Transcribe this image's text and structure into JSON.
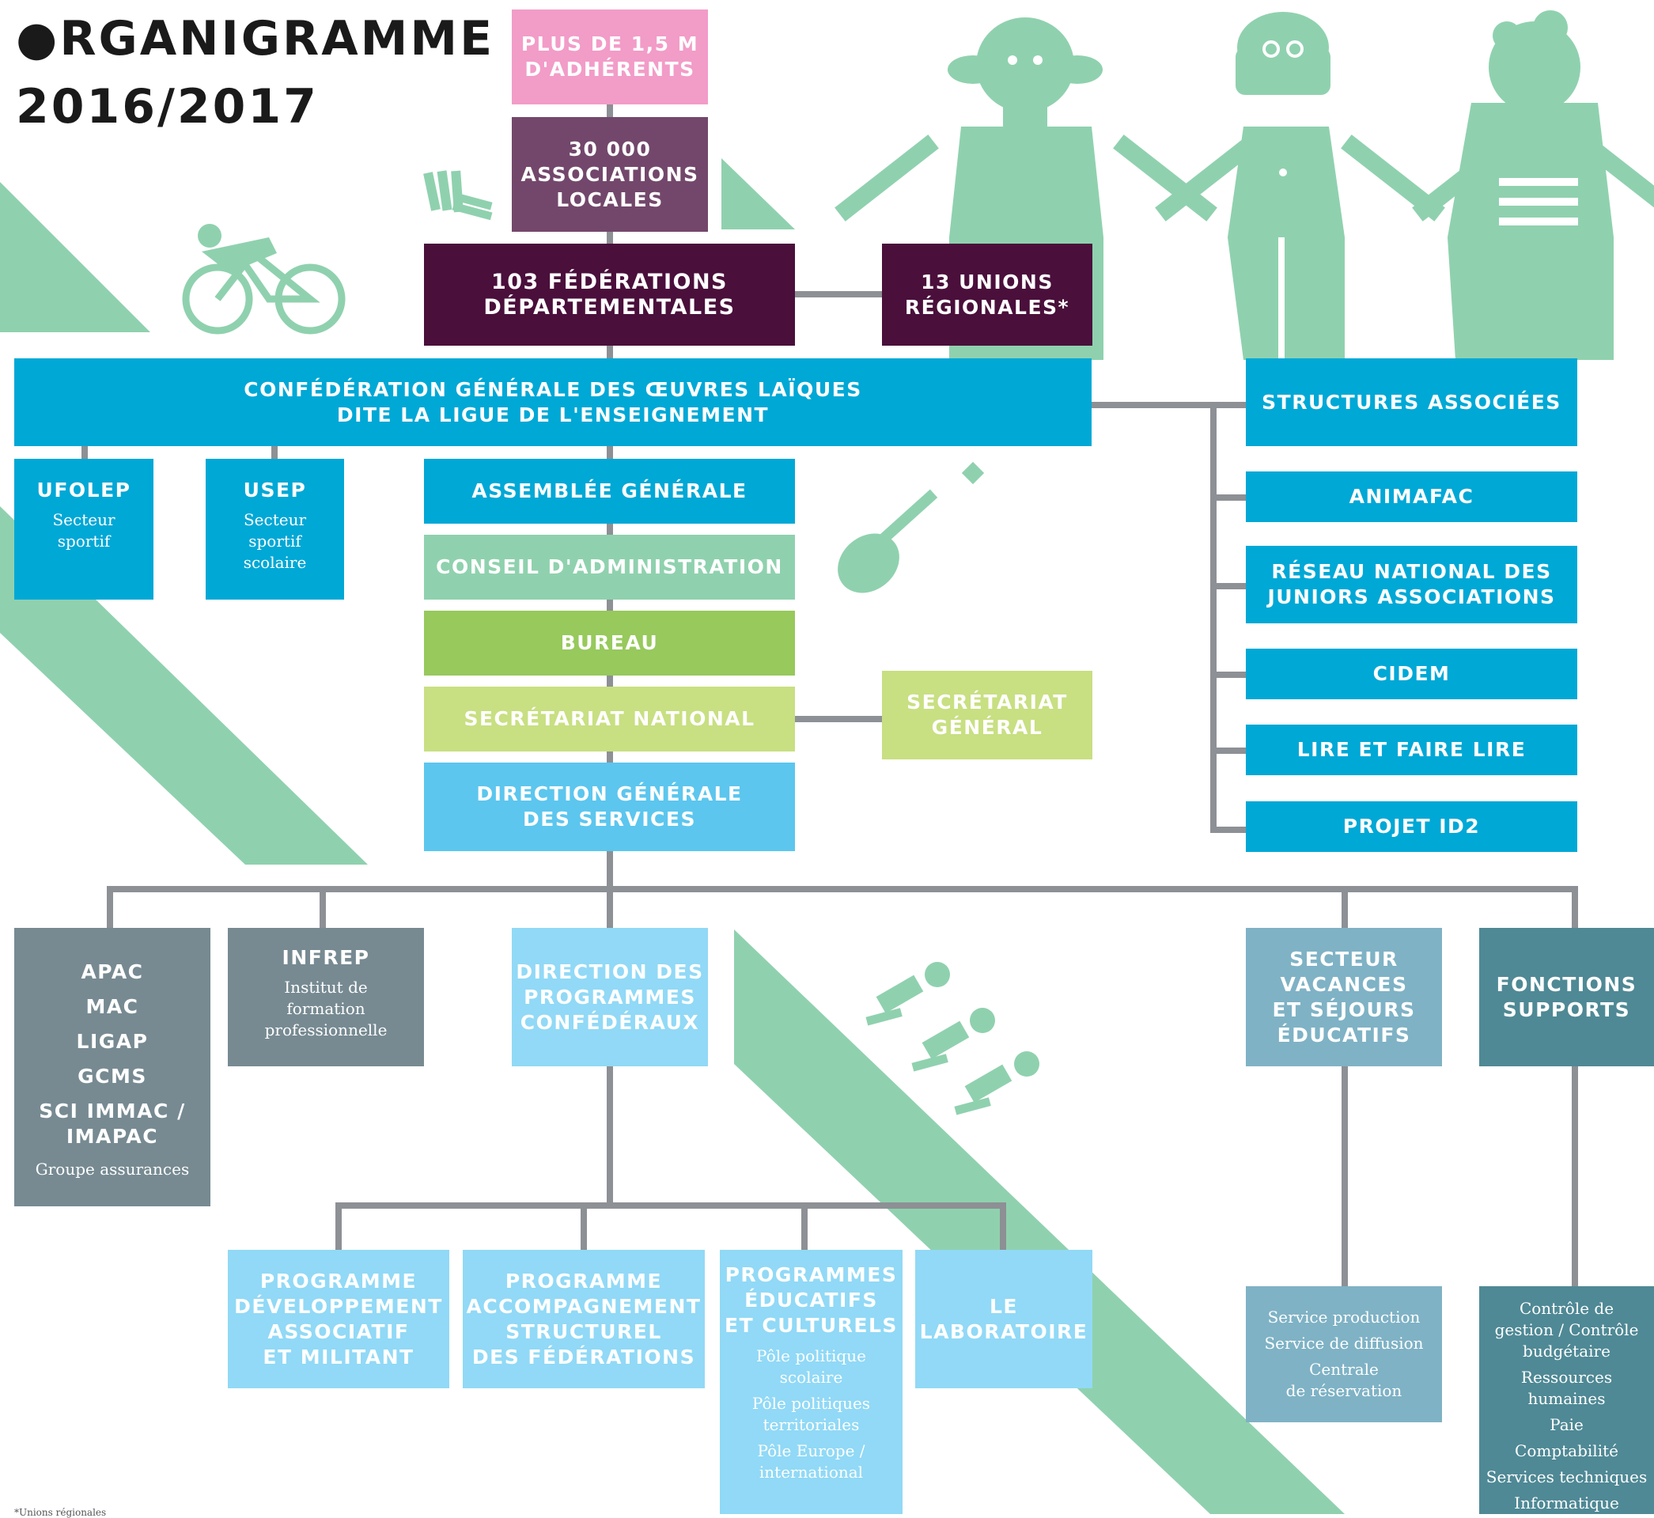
{
  "title": "●RGANIGRAMME\n2016/2017",
  "footnote": "*Unions régionales",
  "colors": {
    "pink": "#f29cc8",
    "mauve": "#73476b",
    "plum": "#4a0f3b",
    "blue": "#00a8d6",
    "mint": "#8fd1ae",
    "green": "#97c95c",
    "lime": "#c8df82",
    "sky": "#5cc6ee",
    "light_sky": "#91d9f6",
    "grey": "#778a92",
    "steel": "#7fb2c5",
    "teal": "#4f8995",
    "line": "#8d9095"
  },
  "boxes": {
    "adherents": "PLUS DE 1,5 M\nD'ADHÉRENTS",
    "associations": "30 000\nASSOCIATIONS\nLOCALES",
    "federations": "103 FÉDÉRATIONS\nDÉPARTEMENTALES",
    "unions": "13 UNIONS\nRÉGIONALES*",
    "confederation": "CONFÉDÉRATION GÉNÉRALE DES ŒUVRES LAÏQUES\nDITE LA LIGUE DE L'ENSEIGNEMENT",
    "ufolep_title": "UFOLEP",
    "ufolep_sub": "Secteur\nsportif",
    "usep_title": "USEP",
    "usep_sub": "Secteur\nsportif\nscolaire",
    "assemblee": "ASSEMBLÉE GÉNÉRALE",
    "conseil": "CONSEIL D'ADMINISTRATION",
    "bureau": "BUREAU",
    "secretariat_national": "SECRÉTARIAT NATIONAL",
    "secretariat_general": "SECRÉTARIAT\nGÉNÉRAL",
    "direction_generale": "DIRECTION GÉNÉRALE\nDES SERVICES",
    "structures": "STRUCTURES ASSOCIÉES",
    "animafac": "ANIMAFAC",
    "reseau": "RÉSEAU NATIONAL DES\nJUNIORS ASSOCIATIONS",
    "cidem": "CIDEM",
    "lire": "LIRE ET FAIRE LIRE",
    "projet": "PROJET ID2",
    "apac_items": [
      "APAC",
      "MAC",
      "LIGAP",
      "GCMS",
      "SCI IMMAC /\nIMAPAC"
    ],
    "apac_sub": "Groupe assurances",
    "infrep_title": "INFREP",
    "infrep_sub": "Institut de\nformation\nprofessionnelle",
    "direction_programmes": "DIRECTION DES\nPROGRAMMES\nCONFÉDÉRAUX",
    "vacances": "SECTEUR\nVACANCES\nET SÉJOURS\nÉDUCATIFS",
    "fonctions": "FONCTIONS\nSUPPORTS",
    "prog_dev": "PROGRAMME\nDÉVELOPPEMENT\nASSOCIATIF\nET MILITANT",
    "prog_acc": "PROGRAMME\nACCOMPAGNEMENT\nSTRUCTUREL\nDES FÉDÉRATIONS",
    "prog_edu_title": "PROGRAMMES\nÉDUCATIFS\nET CULTURELS",
    "prog_edu_items": [
      "Pôle politique\nscolaire",
      "Pôle politiques\nterritoriales",
      "Pôle Europe /\ninternational"
    ],
    "laboratoire": "LE\nLABORATOIRE",
    "vacances_items": [
      "Service production",
      "Service de diffusion",
      "Centrale\nde réservation"
    ],
    "fonctions_items": [
      "Contrôle de\ngestion / Contrôle\nbudgétaire",
      "Ressources\nhumaines",
      "Paie",
      "Comptabilité",
      "Services techniques",
      "Informatique"
    ]
  }
}
